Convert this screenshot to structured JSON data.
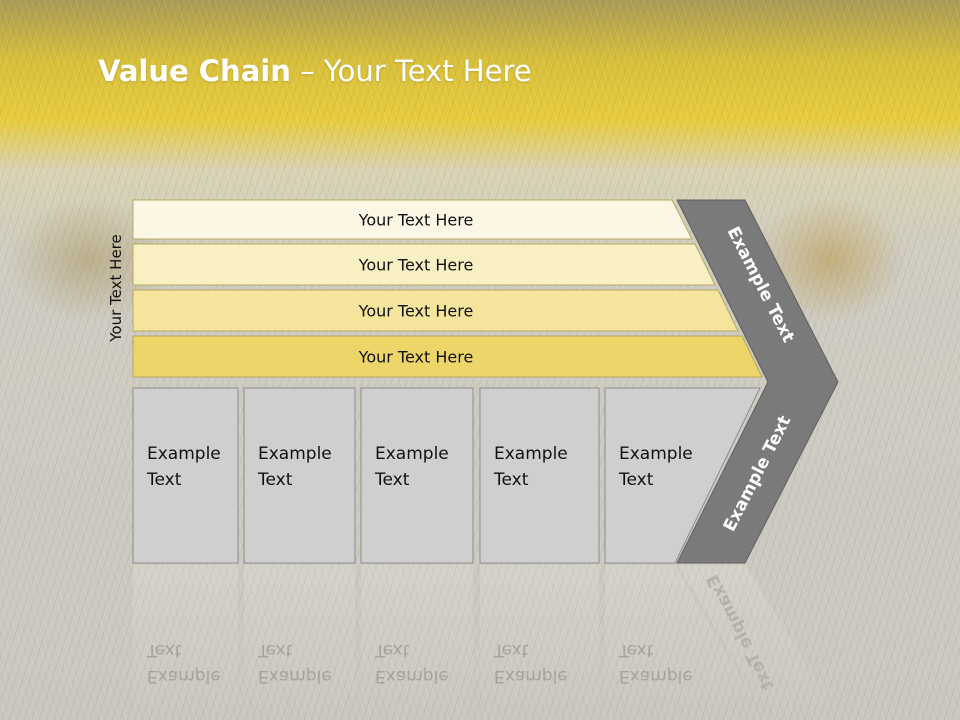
{
  "slide": {
    "title_bold": "Value Chain",
    "title_rest": " – Your Text Here",
    "side_label": "Your Text Here"
  },
  "support_rows": [
    {
      "label": "Your Text Here",
      "fill": "#fbf7e4"
    },
    {
      "label": "Your Text Here",
      "fill": "#f8efc2"
    },
    {
      "label": "Your Text Here",
      "fill": "#f4e49c"
    },
    {
      "label": "Your Text Here",
      "fill": "#eed56a"
    }
  ],
  "primary_columns": [
    {
      "line1": "Example",
      "line2": "Text"
    },
    {
      "line1": "Example",
      "line2": "Text"
    },
    {
      "line1": "Example",
      "line2": "Text"
    },
    {
      "line1": "Example",
      "line2": "Text"
    },
    {
      "line1": "Example",
      "line2": "Text"
    }
  ],
  "arrow": {
    "upper_label": "Example Text",
    "lower_label": "Example Text",
    "fill": "#7a7a7a"
  },
  "colors": {
    "column_fill": "#cfcfcf",
    "column_stroke": "#8c8c8c",
    "row_stroke": "#b8a860"
  }
}
